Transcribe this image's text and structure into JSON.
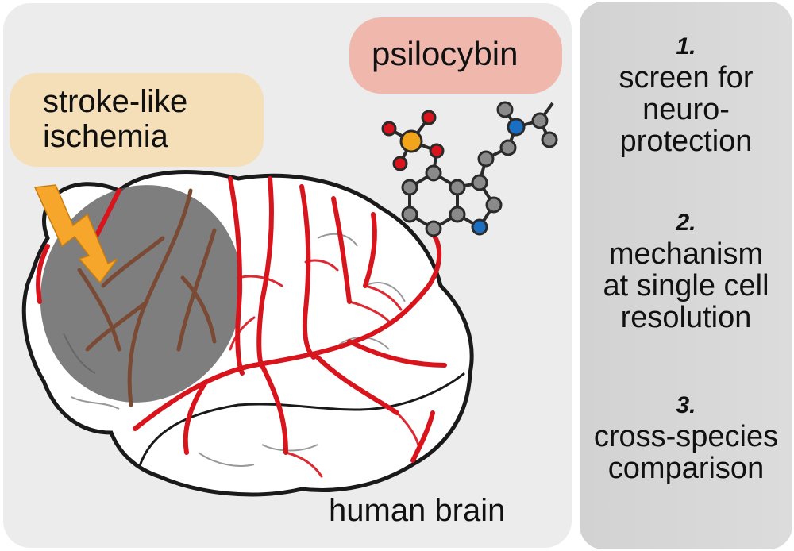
{
  "labels": {
    "stroke": "stroke-like\nischemia",
    "drug": "psilocybin",
    "brain": "human brain"
  },
  "steps": [
    {
      "number": "1.",
      "text": "screen for\nneuro-\nprotection"
    },
    {
      "number": "2.",
      "text": "mechanism\nat single cell\nresolution"
    },
    {
      "number": "3.",
      "text": "cross-species\ncomparison"
    }
  ],
  "colors": {
    "vessel": "#d8141c",
    "ischemic_vessel": "#7a4a35",
    "ischemia_zone": "#5a5a5a",
    "bolt": "#f6a72b",
    "phosphorus": "#f2a41a",
    "oxygen": "#d8141c",
    "nitrogen": "#1c6fc0",
    "carbon": "#8a8a8a"
  }
}
